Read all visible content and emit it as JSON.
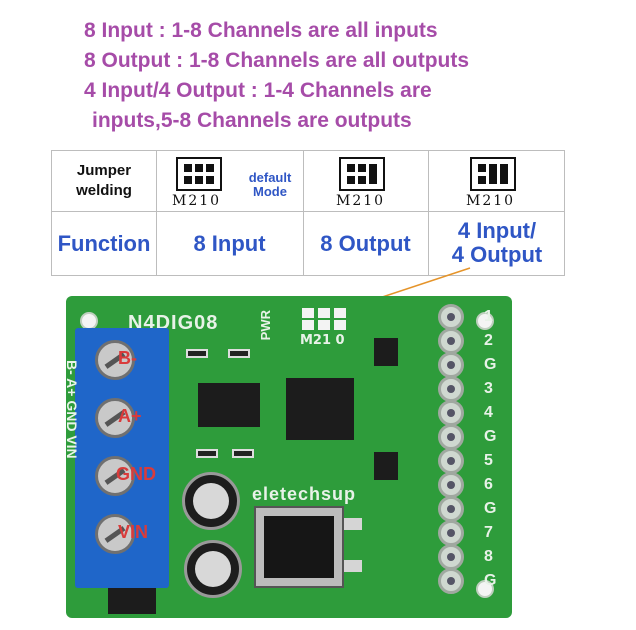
{
  "heading": {
    "line1": "8 Input   : 1-8 Channels  are all inputs",
    "line2": "8 Output : 1-8 Channels are all outputs",
    "line3": "4 Input/4 Output : 1-4 Channels are",
    "line4": "inputs,5-8 Channels are outputs"
  },
  "table": {
    "header_label_line1": "Jumper",
    "header_label_line2": "welding",
    "jumper_code": "M210",
    "default_line1": "default",
    "default_line2": "Mode",
    "function_label": "Function",
    "modes": [
      "8 Input",
      "8 Output"
    ],
    "mode3_line1": "4 Input/",
    "mode3_line2": "4 Output"
  },
  "board": {
    "model": "N4DIG08",
    "pwr": "PWR",
    "jumper_code": "M21 0",
    "brand": "eletechsup",
    "terminals": [
      "B-",
      "A+",
      "GND",
      "VIN"
    ],
    "side_silk": "B- A+ GND VIN",
    "right_silk": [
      "1",
      "2",
      "G",
      "3",
      "4",
      "G",
      "5",
      "6",
      "G",
      "7",
      "8",
      "G"
    ]
  },
  "colors": {
    "heading": "#a64ca8",
    "function": "#2f56c5",
    "pcb": "#2e9c3b",
    "terminal_block": "#1f66c9",
    "terminal_label": "#d93b3b",
    "callout": "#e5942a"
  }
}
